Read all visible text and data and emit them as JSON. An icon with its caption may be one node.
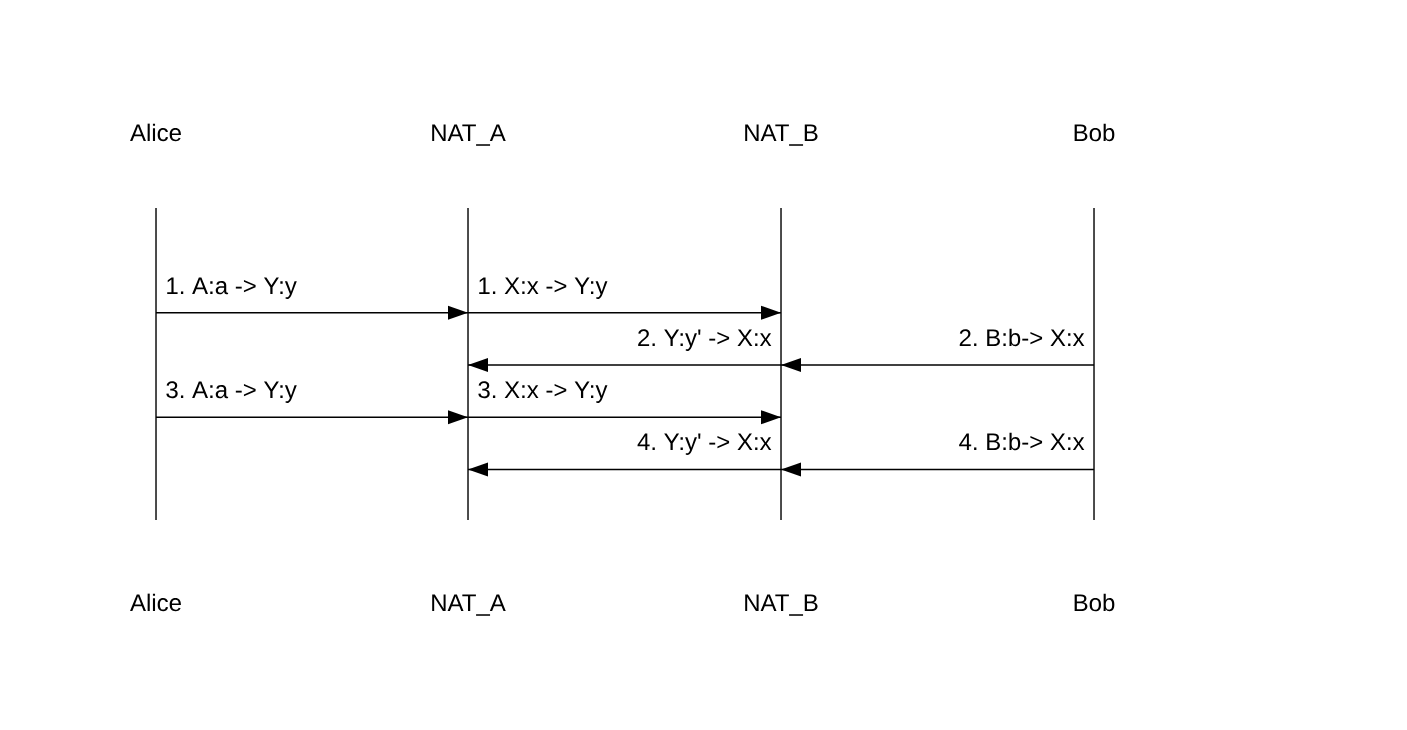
{
  "diagram": {
    "nodes": [
      {
        "text": [
          "Alice",
          "Alice"
        ]
      },
      {
        "text": [
          "NAT_A",
          "NAT_A"
        ]
      },
      {
        "text": [
          "NAT_B",
          "NAT_B"
        ]
      },
      {
        "text": [
          "Bob",
          "Bob"
        ]
      }
    ],
    "edges": [
      {
        "from": 0,
        "to": 1,
        "arrow": "to",
        "label": "1. A:a -> Y:y"
      },
      {
        "from": 1,
        "to": 2,
        "arrow": "to",
        "label": "1. X:x -> Y:y"
      },
      {
        "from": 2,
        "to": 1,
        "arrow": "to",
        "label": "2. Y:y' -> X:x"
      },
      {
        "from": 3,
        "to": 2,
        "arrow": "to",
        "label": "2. B:b-> X:x"
      },
      {
        "from": 0,
        "to": 1,
        "arrow": "to",
        "label": "3. A:a -> Y:y"
      },
      {
        "from": 1,
        "to": 2,
        "arrow": "to",
        "label": "3. X:x -> Y:y"
      },
      {
        "from": 2,
        "to": 1,
        "arrow": "to",
        "label": "4. Y:y' -> X:x"
      },
      {
        "from": 3,
        "to": 2,
        "arrow": "to",
        "label": "4. B:b-> X:x"
      }
    ]
  }
}
